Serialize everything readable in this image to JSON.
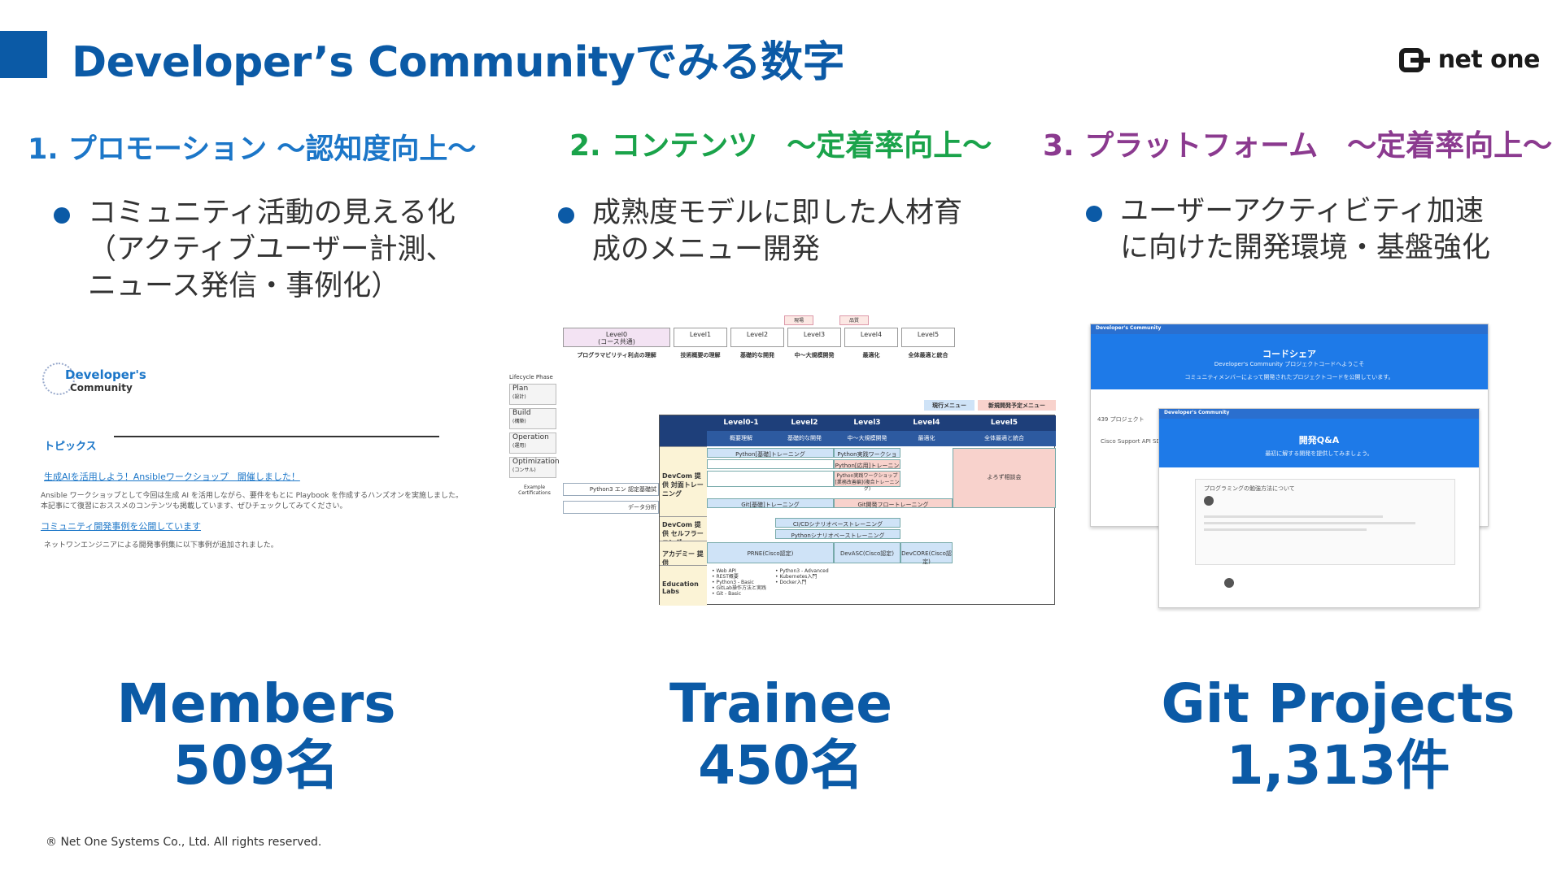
{
  "slide": {
    "title": "Developer’s Communityでみる数字",
    "logo_text": "net one",
    "footer": "® Net One Systems Co., Ltd. All rights reserved."
  },
  "columns": [
    {
      "heading": "1. プロモーション ～認知度向上～",
      "bullet_lines": [
        "コミュニティ活動の見える化",
        "（アクティブユーザー計測、",
        "ニュース発信・事例化）"
      ],
      "stat_label": "Members",
      "stat_value": "509名",
      "color": "#1b76c8"
    },
    {
      "heading": "2. コンテンツ　～定着率向上～",
      "bullet_lines": [
        "成熟度モデルに即した人材育",
        "成のメニュー開発"
      ],
      "stat_label": "Trainee",
      "stat_value": "450名",
      "color": "#1aa34a"
    },
    {
      "heading": "3. プラットフォーム　～定着率向上～",
      "bullet_lines": [
        "ユーザーアクティビティ加速",
        "に向けた開発環境・基盤強化"
      ],
      "stat_label": "Git Projects",
      "stat_value": "1,313件",
      "color": "#8b3a8f"
    }
  ],
  "shot1": {
    "logo_line1": "Developer's",
    "logo_line2": "Community",
    "topics_label": "トピックス",
    "news1_link": "生成AIを活用しよう！Ansibleワークショップ　開催しました！",
    "news1_body1": "Ansible ワークショップとして今回は生成 AI を活用しながら、要件をもとに Playbook を作成するハンズオンを実施しました。",
    "news1_body2": "本記事にて復習におススメのコンテンツも掲載しています、ぜひチェックしてみてください。",
    "news2_link": "コミュニティ開発事例を公開しています",
    "news2_body": "ネットワンエンジニアによる開発事例集に以下事例が追加されました。"
  },
  "shot2": {
    "top_tags": [
      "現場",
      "品質"
    ],
    "levels": [
      "Level0\n(コース共通)",
      "Level1",
      "Level2",
      "Level3",
      "Level4",
      "Level5"
    ],
    "level_desc": [
      "プログラマビリティ利点の理解",
      "技術概要の理解",
      "基礎的な開発",
      "中～大規模開発",
      "最適化",
      "全体最適と統合"
    ],
    "lifecycle_label": "Lifecycle Phase",
    "phases": [
      "Plan",
      "Build",
      "Operation",
      "Optimization"
    ],
    "phase_sub": [
      "(設計)",
      "(構築)",
      "(運用)",
      "(コンサル)"
    ],
    "example_label": "Example Certifications",
    "cert_text": "Python3 エン 認定基礎試",
    "data_text": "データ分析",
    "legend_existing": "現行メニュー",
    "legend_new": "新規開発予定メニュー",
    "table_head": [
      "Level0-1",
      "Level2",
      "Level3",
      "Level4",
      "Level5"
    ],
    "table_sub": [
      "概要理解",
      "基礎的な開発",
      "中～大規模開発",
      "最適化",
      "全体最適と統合"
    ],
    "rows": [
      "DevCom 提供 対面トレーニング",
      "DevCom 提供 セルフラーニング",
      "アカデミー 提供",
      "Education Labs"
    ],
    "cells": {
      "py_basic": "Python[基礎]トレーニング",
      "py_workshop": "Python実践ワークショップ",
      "py_applied": "Python[応用]トレーニング",
      "py_practice": "Python実践ワークショップ\n[業務改善編](複合トレーニング)",
      "git_basic": "Git[基礎]トレーニング",
      "git_flow": "Git開発フロートレーニング",
      "consult": "よろず相談会",
      "cicd": "CI/CDシナリオベーストレーニング",
      "py_scenario": "Pythonシナリオベーストレーニング",
      "prne": "PRNE(Cisco認定)",
      "devasc": "DevASC(Cisco認定)",
      "devcore": "DevCORE(Cisco認定)",
      "labs_left": [
        "Web API",
        "REST概要",
        "Python3 - Basic",
        "GitLab操作方法と実践",
        "Git - Basic"
      ],
      "labs_right": [
        "Python3 - Advanced",
        "Kubernetes入門",
        "Docker入門"
      ]
    }
  },
  "shot3": {
    "win1_brand": "Developer's Community",
    "win1_title": "コードシェア",
    "win1_sub1": "Developer's Community プロジェクトコードへようこそ",
    "win1_sub2": "コミュニティメンバーによって開発されたプロジェクトコードを公開しています。",
    "project_count": "439 プロジェクト",
    "project_item": "Cisco Support API SDK",
    "win2_brand": "Developer's Community",
    "win2_title": "開発Q&A",
    "win2_sub": "最初に解する開発を提供してみましょう。",
    "question_title": "プログラミングの勉強方法について"
  }
}
